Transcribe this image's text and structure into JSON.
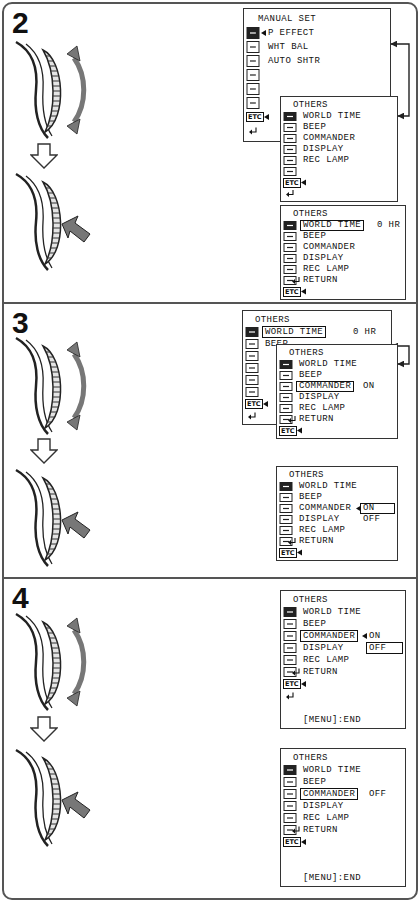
{
  "diagram": {
    "nodes": [
      {
        "text": [
          "2"
        ]
      },
      {
        "text": [
          "MANUAL SET",
          "P EFFECT",
          "WHT BAL",
          "AUTO SHTR",
          "ETC"
        ],
        "in": 0
      },
      {
        "text": [
          "OTHERS",
          "WORLD TIME",
          "BEEP",
          "COMMANDER",
          "DISPLAY",
          "REC LAMP",
          "ETC"
        ],
        "in": 0
      },
      {
        "text": [
          "OTHERS",
          "WORLD TIME",
          "0 HR",
          "BEEP",
          "COMMANDER",
          "DISPLAY",
          "REC LAMP",
          "RETURN",
          "ETC"
        ],
        "in": 0
      },
      {
        "text": [
          "3"
        ]
      },
      {
        "text": [
          "OTHERS",
          "WORLD TIME",
          "0 HR",
          "BEEP",
          "ETC"
        ],
        "in": 4
      },
      {
        "text": [
          "OTHERS",
          "WORLD TIME",
          "BEEP",
          "COMMANDER",
          "ON",
          "DISPLAY",
          "REC LAMP",
          "RETURN",
          "ETC"
        ],
        "in": 4
      },
      {
        "text": [
          "OTHERS",
          "WORLD TIME",
          "BEEP",
          "COMMANDER",
          "ON",
          "DISPLAY",
          "OFF",
          "REC LAMP",
          "RETURN",
          "ETC"
        ],
        "in": 4
      },
      {
        "text": [
          "4"
        ]
      },
      {
        "text": [
          "OTHERS",
          "WORLD TIME",
          "BEEP",
          "COMMANDER",
          "ON",
          "DISPLAY",
          "OFF",
          "REC LAMP",
          "RETURN",
          "ETC",
          "[MENU]:END"
        ],
        "in": 8
      },
      {
        "text": [
          "OTHERS",
          "WORLD TIME",
          "BEEP",
          "COMMANDER",
          "OFF",
          "DISPLAY",
          "REC LAMP",
          "RETURN",
          "ETC",
          "[MENU]:END"
        ],
        "in": 8
      }
    ],
    "edges": [
      {
        "from": 1,
        "to": 2,
        "arrow": "both"
      },
      {
        "from": 5,
        "to": 6,
        "arrow": "both"
      }
    ]
  }
}
